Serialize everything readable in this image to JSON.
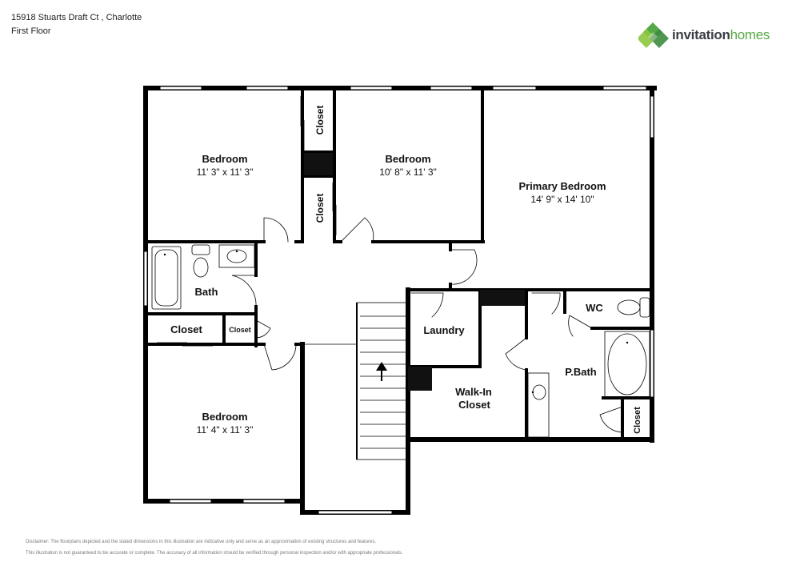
{
  "header": {
    "address": "15918 Stuarts Draft Ct , Charlotte",
    "floor": "First Floor"
  },
  "logo": {
    "word1": "invitation",
    "word2": "homes",
    "colors": {
      "dark": "#3a3f45",
      "green": "#57a947"
    }
  },
  "rooms": {
    "bedroom_nw": {
      "name": "Bedroom",
      "dims": "11' 3\" x 11' 3\""
    },
    "bedroom_n": {
      "name": "Bedroom",
      "dims": "10' 8\" x 11' 3\""
    },
    "primary_bedroom": {
      "name": "Primary Bedroom",
      "dims": "14' 9\" x 14' 10\""
    },
    "bedroom_sw": {
      "name": "Bedroom",
      "dims": "11' 4\" x 11' 3\""
    },
    "bath": {
      "name": "Bath"
    },
    "closet_large": {
      "name": "Closet"
    },
    "closet_small": {
      "name": "Closet"
    },
    "closet_upper": {
      "name": "Closet"
    },
    "closet_lower": {
      "name": "Closet"
    },
    "laundry": {
      "name": "Laundry"
    },
    "walk_in": {
      "line1": "Walk-In",
      "line2": "Closet"
    },
    "wc": {
      "name": "WC"
    },
    "pbath": {
      "name": "P.Bath"
    },
    "pbath_closet": {
      "name": "Closet"
    }
  },
  "disclaimer": {
    "line1": "Disclaimer: The floorplans depicted and the stated dimensions in this illustration are indicative only and serve as an approximation of existing structures and features.",
    "line2": "This illustration is not guaranteed to be accurate or complete. The accuracy of all information should be verified through personal inspection and/or with appropriate professionals."
  }
}
